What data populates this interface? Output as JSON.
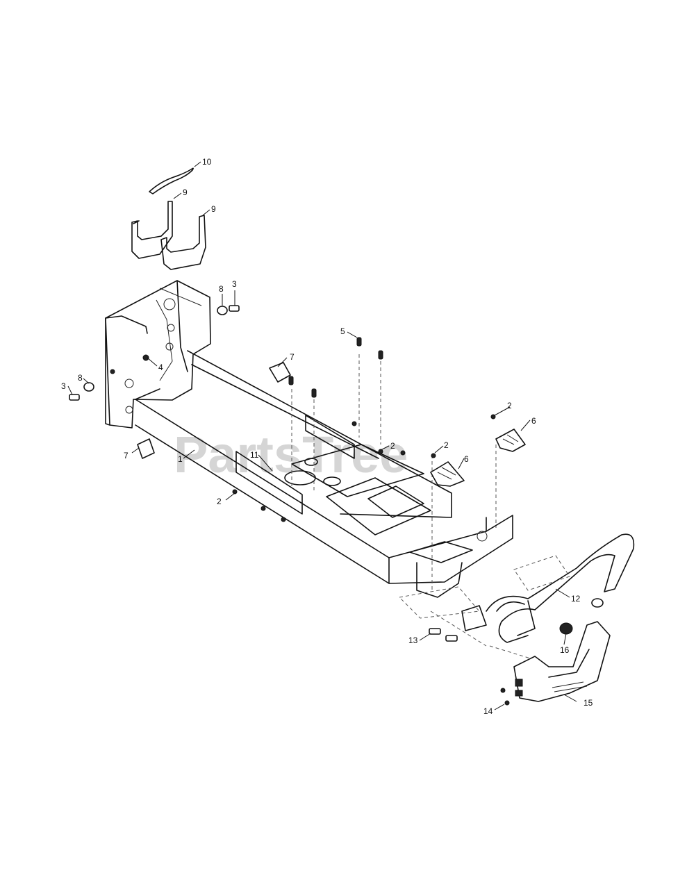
{
  "watermark": "PartsTree",
  "callouts": {
    "c1": "1",
    "c2a": "2",
    "c2b": "2",
    "c2c": "2",
    "c2d": "2",
    "c3a": "3",
    "c3b": "3",
    "c4": "4",
    "c5": "5",
    "c6a": "6",
    "c6b": "6",
    "c7a": "7",
    "c7b": "7",
    "c8a": "8",
    "c8b": "8",
    "c9a": "9",
    "c9b": "9",
    "c10": "10",
    "c11": "11",
    "c12": "12",
    "c13": "13",
    "c14": "14",
    "c15": "15",
    "c16": "16"
  }
}
